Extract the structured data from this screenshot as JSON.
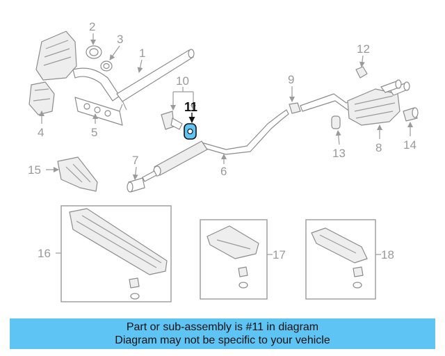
{
  "callouts": {
    "c1": "1",
    "c2": "2",
    "c3": "3",
    "c4": "4",
    "c5": "5",
    "c6": "6",
    "c7": "7",
    "c8": "8",
    "c9": "9",
    "c10": "10",
    "c11": "11",
    "c12": "12",
    "c13": "13",
    "c14": "14",
    "c15": "15",
    "c16": "16",
    "c17": "17",
    "c18": "18"
  },
  "highlight": {
    "part_number": "11",
    "color": "#5ec4f4"
  },
  "banner": {
    "line1": "Part or sub-assembly is #11 in diagram",
    "line2": "Diagram may not be specific to your vehicle",
    "background": "#5ec4f4"
  }
}
